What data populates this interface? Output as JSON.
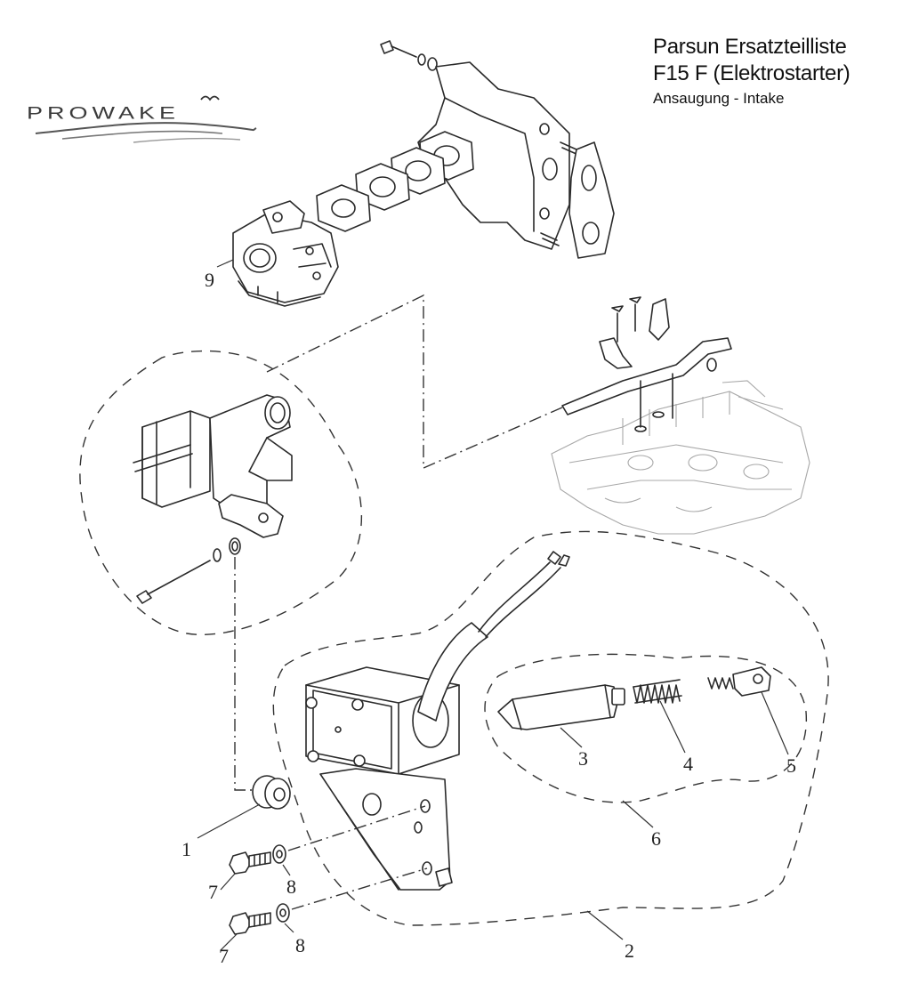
{
  "header": {
    "title_line1": "Parsun Ersatzteilliste",
    "title_line2": "F15  F (Elektrostarter)",
    "title_line3": "Ansaugung - Intake"
  },
  "logo": {
    "brand": "PROWAKE",
    "icon": "wave-logo-icon"
  },
  "callouts": [
    {
      "id": "1",
      "label": "1"
    },
    {
      "id": "2",
      "label": "2"
    },
    {
      "id": "3",
      "label": "3"
    },
    {
      "id": "4",
      "label": "4"
    },
    {
      "id": "5",
      "label": "5"
    },
    {
      "id": "6",
      "label": "6"
    },
    {
      "id": "7a",
      "label": "7"
    },
    {
      "id": "7b",
      "label": "7"
    },
    {
      "id": "8a",
      "label": "8"
    },
    {
      "id": "8b",
      "label": "8"
    },
    {
      "id": "9",
      "label": "9"
    }
  ]
}
